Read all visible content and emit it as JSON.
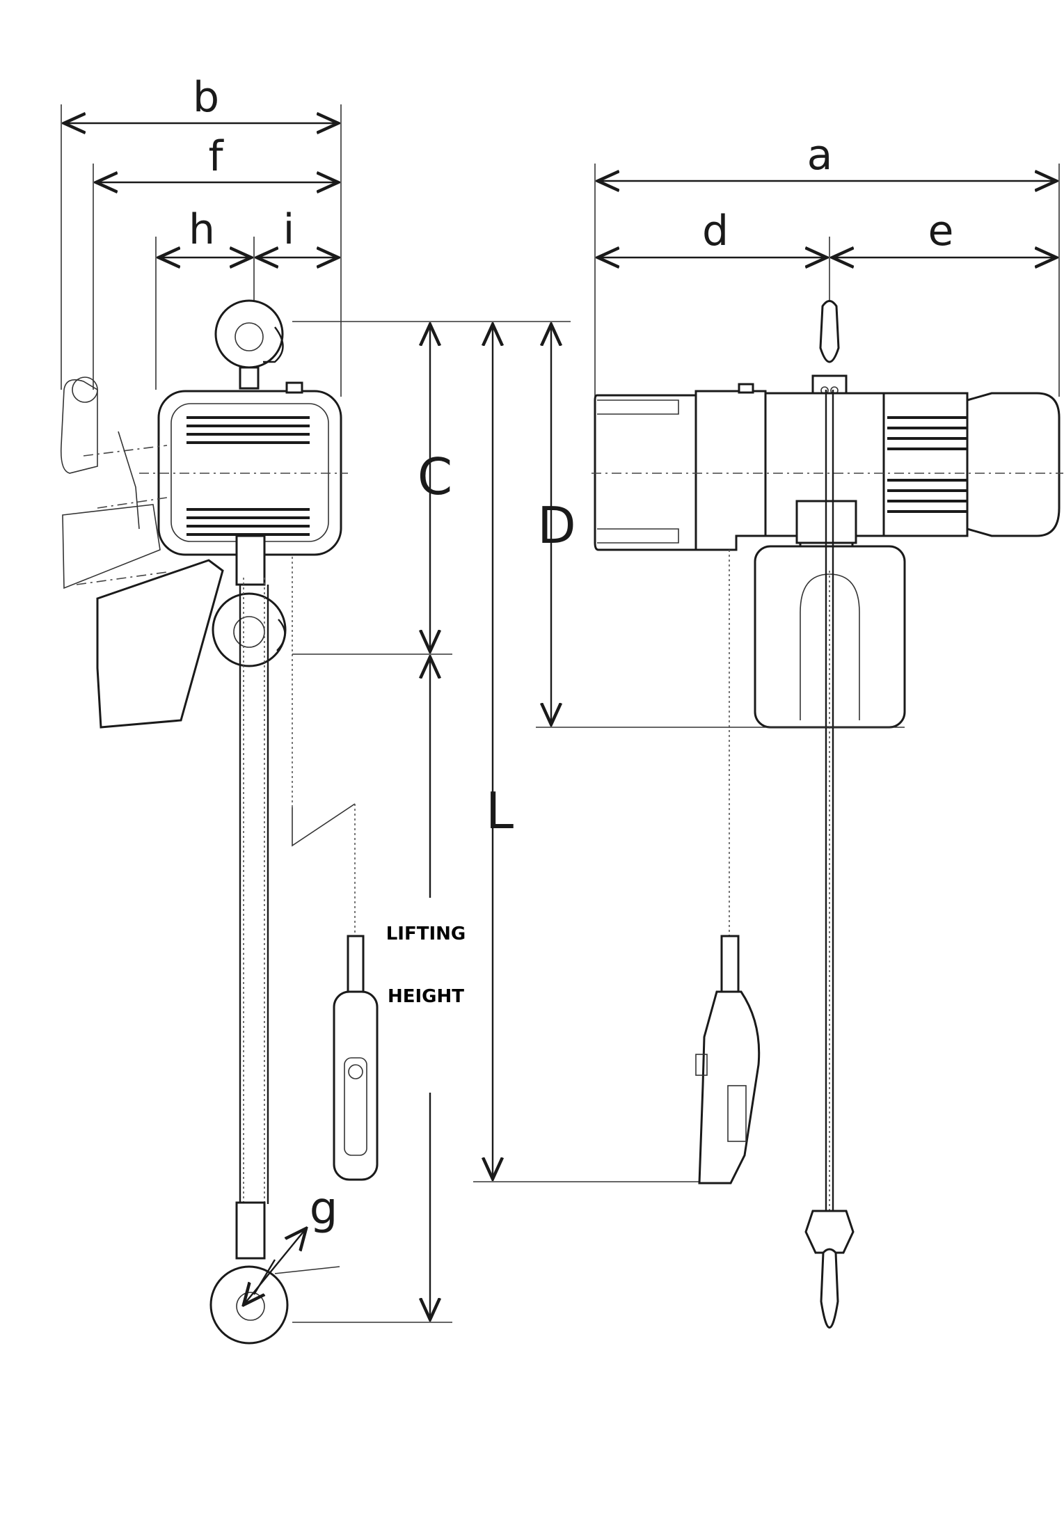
{
  "labels": {
    "b": "b",
    "f": "f",
    "h": "h",
    "i": "i",
    "a": "a",
    "d": "d",
    "e": "e",
    "C": "C",
    "D": "D",
    "L": "L",
    "g": "g",
    "lifting": "LIFTING",
    "height": "HEIGHT"
  }
}
